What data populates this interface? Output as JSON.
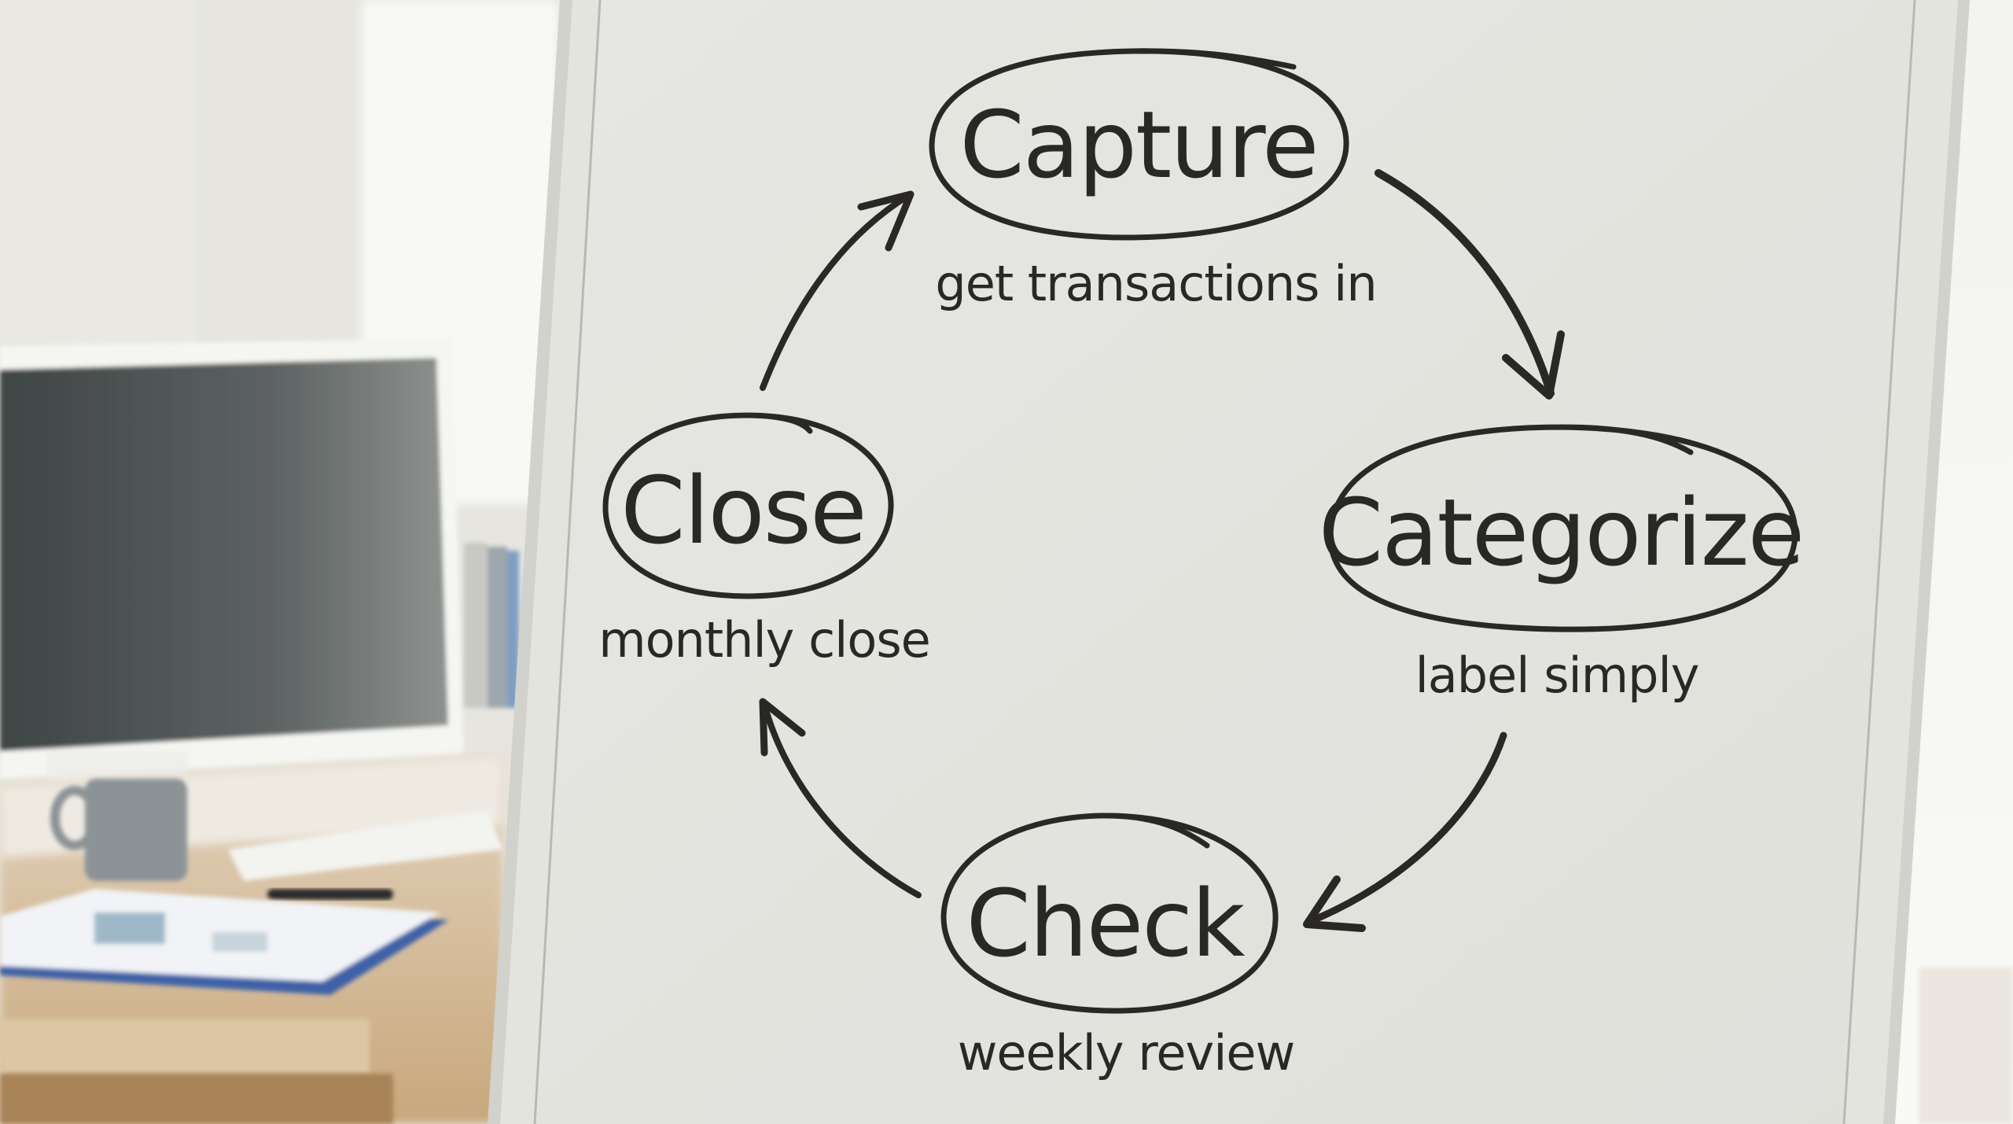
{
  "whiteboard": {
    "stages": [
      {
        "id": "capture",
        "title": "Capture",
        "caption": "get transactions in"
      },
      {
        "id": "categorize",
        "title": "Categorize",
        "caption": "label simply"
      },
      {
        "id": "check",
        "title": "Check",
        "caption": "weekly review"
      },
      {
        "id": "close",
        "title": "Close",
        "caption": "monthly close"
      }
    ],
    "flow": [
      {
        "from": "Capture",
        "to": "Categorize"
      },
      {
        "from": "Categorize",
        "to": "Check"
      },
      {
        "from": "Check",
        "to": "Close"
      },
      {
        "from": "Close",
        "to": "Capture"
      }
    ]
  },
  "colors": {
    "ink": "#2a2826",
    "board_surface": "#e3e3de",
    "board_frame": "#d2d2cc",
    "wall": "#e6e5df",
    "window_light": "#f7f7f4",
    "monitor_screen": "#4a4f4f",
    "desk_wood": "#d8c09c",
    "mug": "#8b9396",
    "folder_blue": "#3e62a8"
  }
}
